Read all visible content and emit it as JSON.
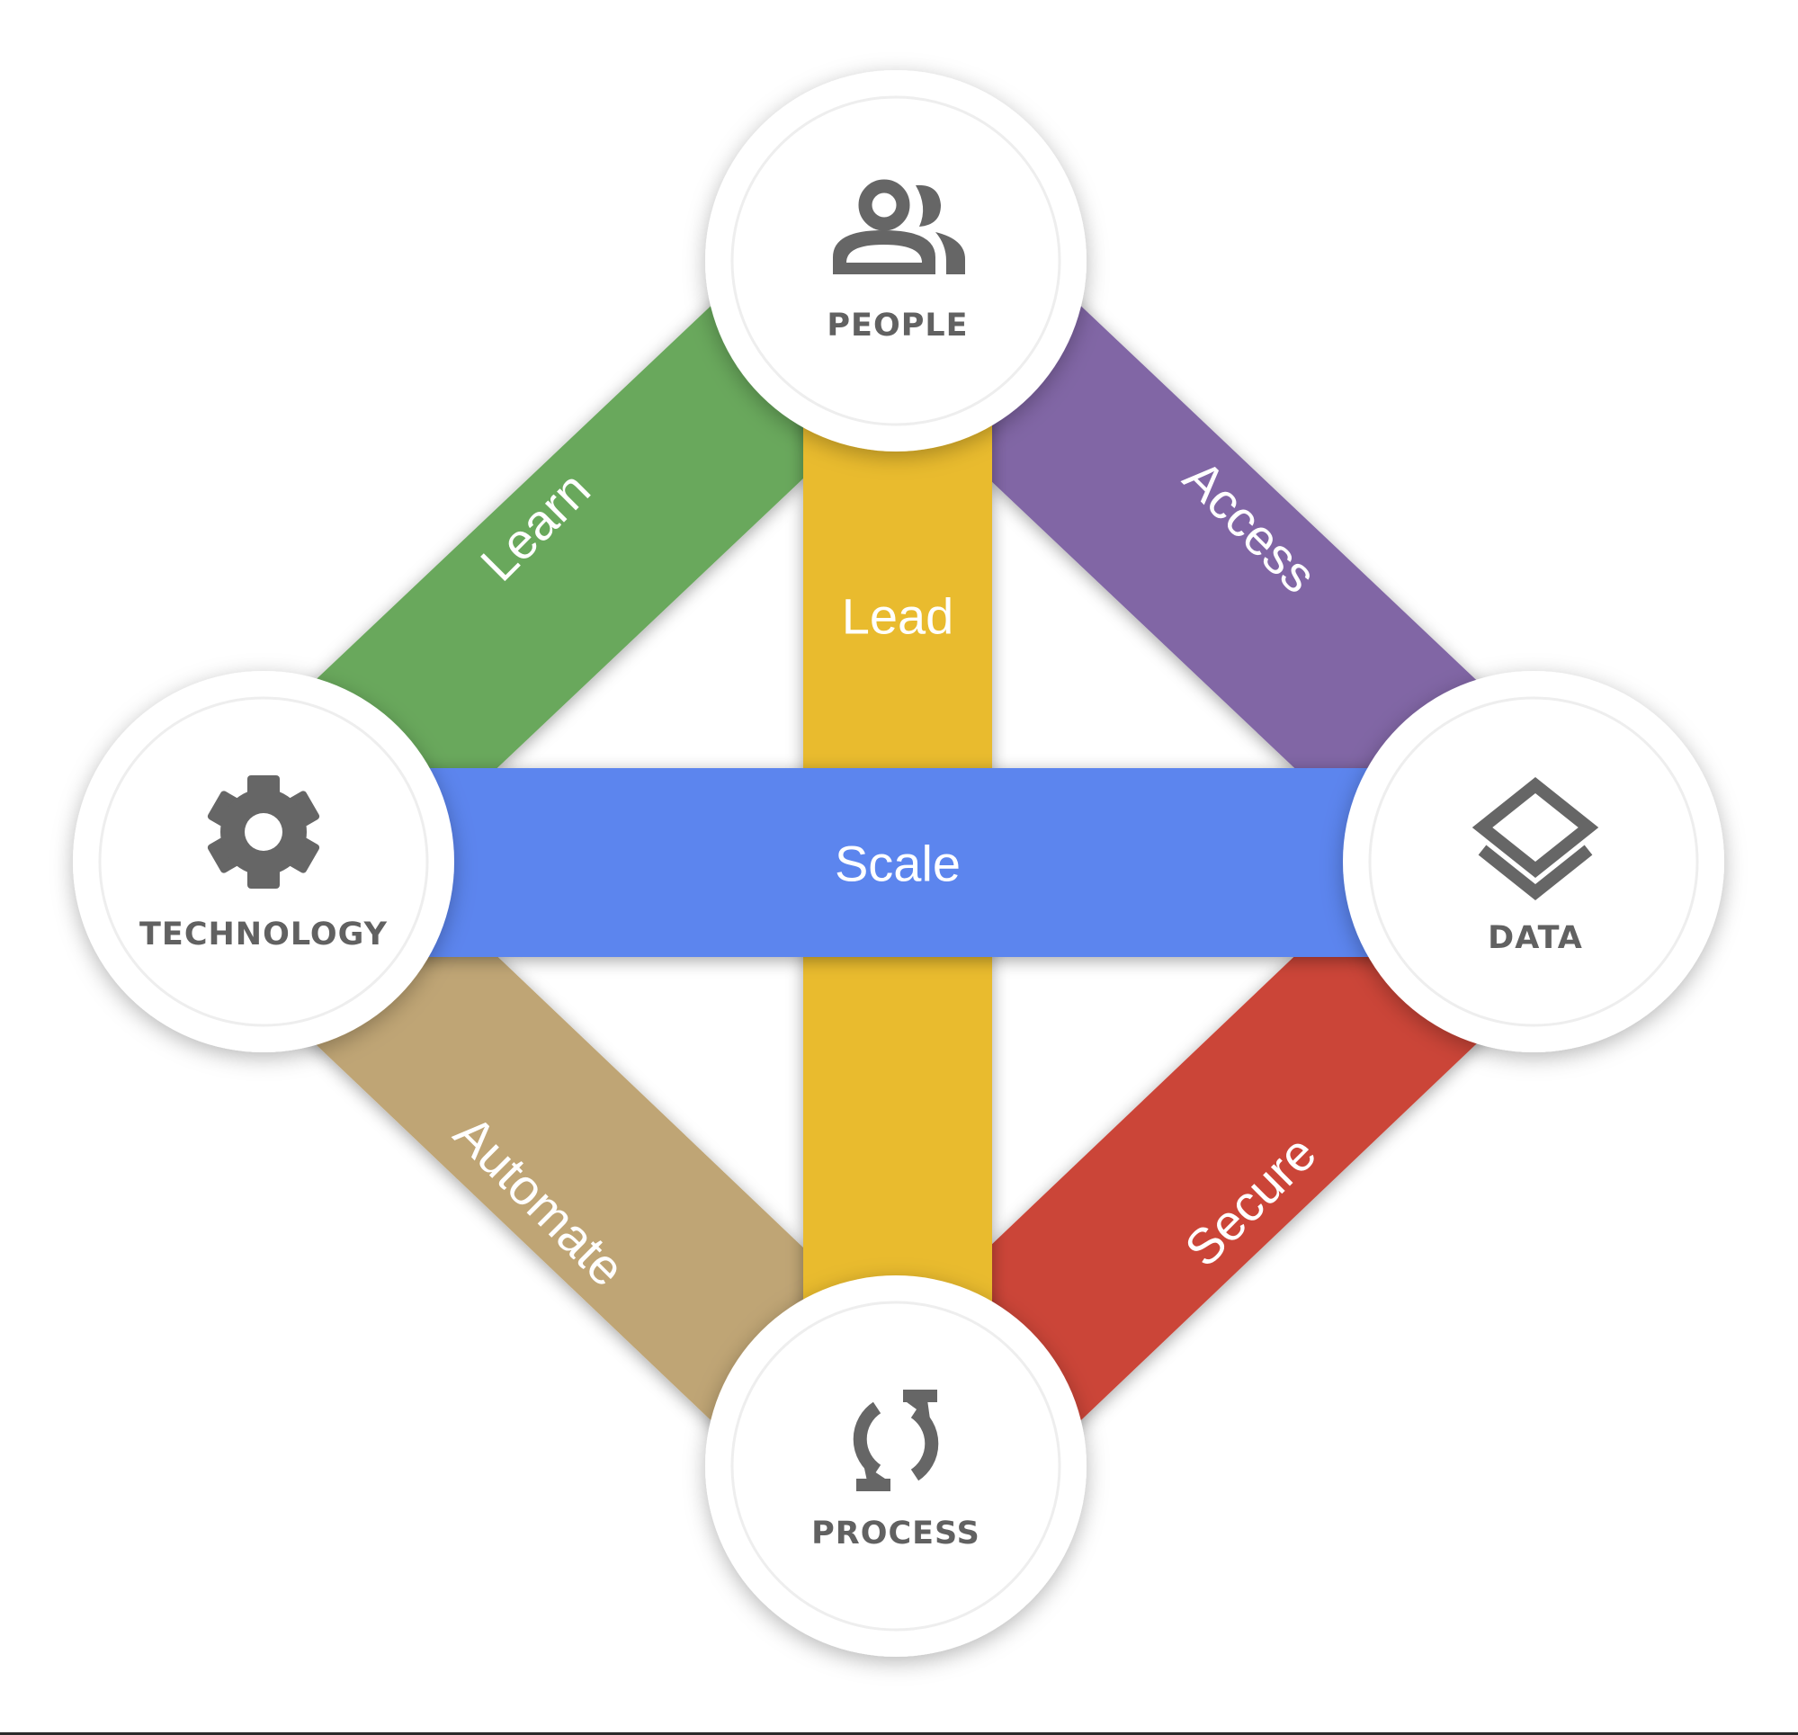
{
  "diagram": {
    "nodes": {
      "people": {
        "label": "PEOPLE",
        "icon": "people-icon"
      },
      "technology": {
        "label": "TECHNOLOGY",
        "icon": "gear-icon"
      },
      "data": {
        "label": "DATA",
        "icon": "layers-icon"
      },
      "process": {
        "label": "PROCESS",
        "icon": "sync-icon"
      }
    },
    "bands": {
      "learn": {
        "label": "Learn",
        "color": "#69A85B"
      },
      "access": {
        "label": "Access",
        "color": "#8166A5"
      },
      "automate": {
        "label": "Automate",
        "color": "#BFA574"
      },
      "secure": {
        "label": "Secure",
        "color": "#CB4539"
      },
      "lead": {
        "label": "Lead",
        "color": "#E9BB2E"
      },
      "scale": {
        "label": "Scale",
        "color": "#5C85EE"
      }
    },
    "icon_color": "#666666"
  }
}
